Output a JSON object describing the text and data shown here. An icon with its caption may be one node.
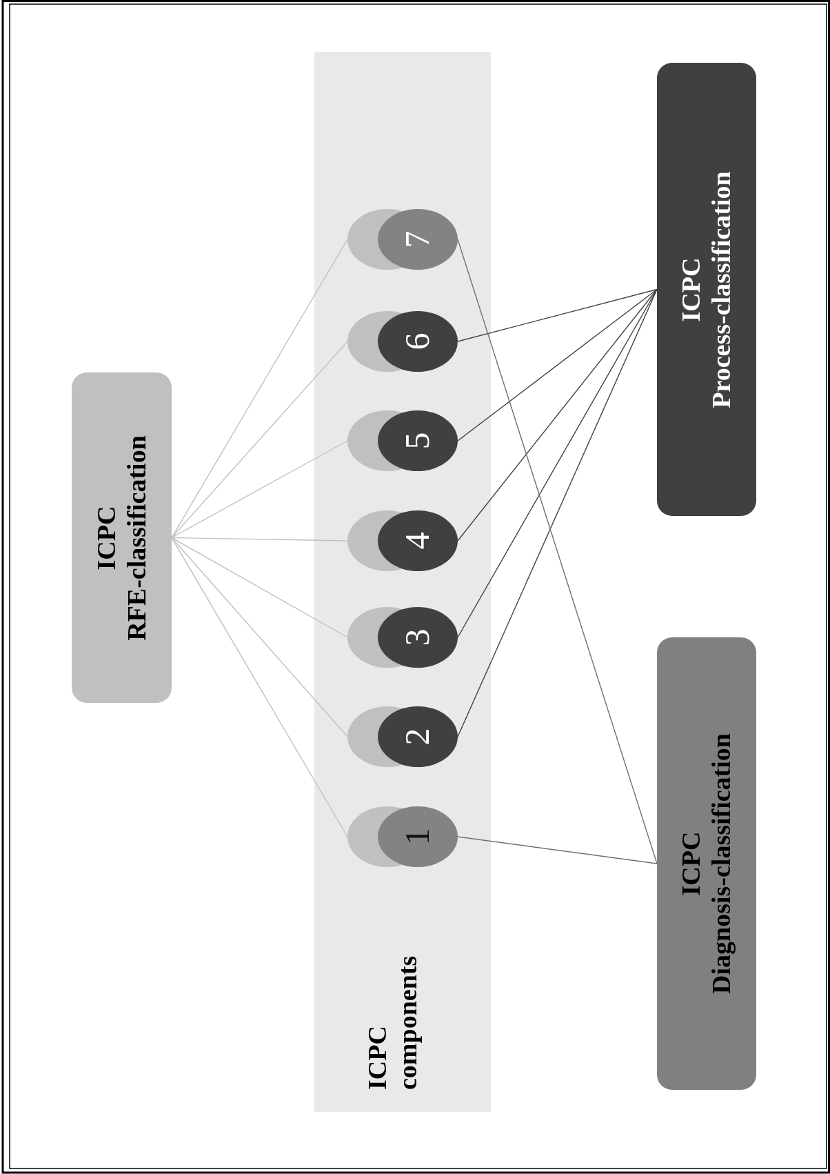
{
  "diagram": {
    "nodes": [
      {
        "text": [
          "ICPC",
          "RFE-classification"
        ]
      },
      {
        "text": [
          "ICPC",
          "components"
        ]
      },
      {
        "text": [
          "1"
        ],
        "in": 1
      },
      {
        "text": [
          "2"
        ],
        "in": 1
      },
      {
        "text": [
          "3"
        ],
        "in": 1
      },
      {
        "text": [
          "4"
        ],
        "in": 1
      },
      {
        "text": [
          "5"
        ],
        "in": 1
      },
      {
        "text": [
          "6"
        ],
        "in": 1
      },
      {
        "text": [
          "7"
        ],
        "in": 1
      },
      {
        "text": [
          "ICPC",
          "Process-classification"
        ]
      },
      {
        "text": [
          "ICPC",
          "Diagnosis-classification"
        ]
      }
    ],
    "edges": [
      {
        "from": 0,
        "to": 2,
        "arrow": "none"
      },
      {
        "from": 0,
        "to": 3,
        "arrow": "none"
      },
      {
        "from": 0,
        "to": 4,
        "arrow": "none"
      },
      {
        "from": 0,
        "to": 5,
        "arrow": "none"
      },
      {
        "from": 0,
        "to": 6,
        "arrow": "none"
      },
      {
        "from": 0,
        "to": 7,
        "arrow": "none"
      },
      {
        "from": 0,
        "to": 8,
        "arrow": "none"
      },
      {
        "from": 9,
        "to": 3,
        "arrow": "none",
        "color": "#404040"
      },
      {
        "from": 9,
        "to": 4,
        "arrow": "none",
        "color": "#404040"
      },
      {
        "from": 9,
        "to": 5,
        "arrow": "none",
        "color": "#404040"
      },
      {
        "from": 9,
        "to": 6,
        "arrow": "none",
        "color": "#404040"
      },
      {
        "from": 9,
        "to": 7,
        "arrow": "none",
        "color": "#404040"
      },
      {
        "from": 10,
        "to": 2,
        "arrow": "none",
        "color": "#707070"
      },
      {
        "from": 10,
        "to": 8,
        "arrow": "none",
        "color": "#707070"
      }
    ]
  }
}
